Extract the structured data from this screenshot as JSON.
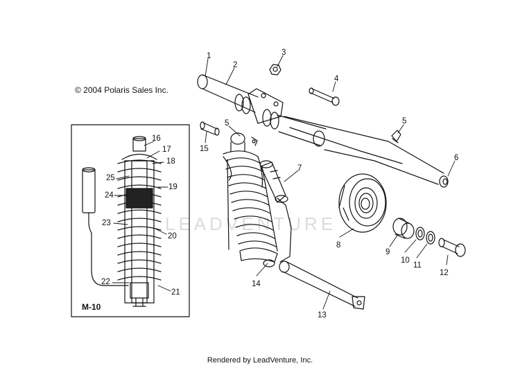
{
  "copyright": "© 2004 Polaris Sales Inc.",
  "footer": "Rendered by LeadVenture, Inc.",
  "watermark": "LEADVENTURE",
  "inset": {
    "label": "M-10"
  },
  "callouts": [
    "1",
    "2",
    "3",
    "4",
    "5",
    "6",
    "7",
    "8",
    "9",
    "10",
    "11",
    "12",
    "13",
    "14",
    "5",
    "15",
    "16",
    "17",
    "18",
    "19",
    "20",
    "21",
    "22",
    "23",
    "24",
    "25"
  ]
}
